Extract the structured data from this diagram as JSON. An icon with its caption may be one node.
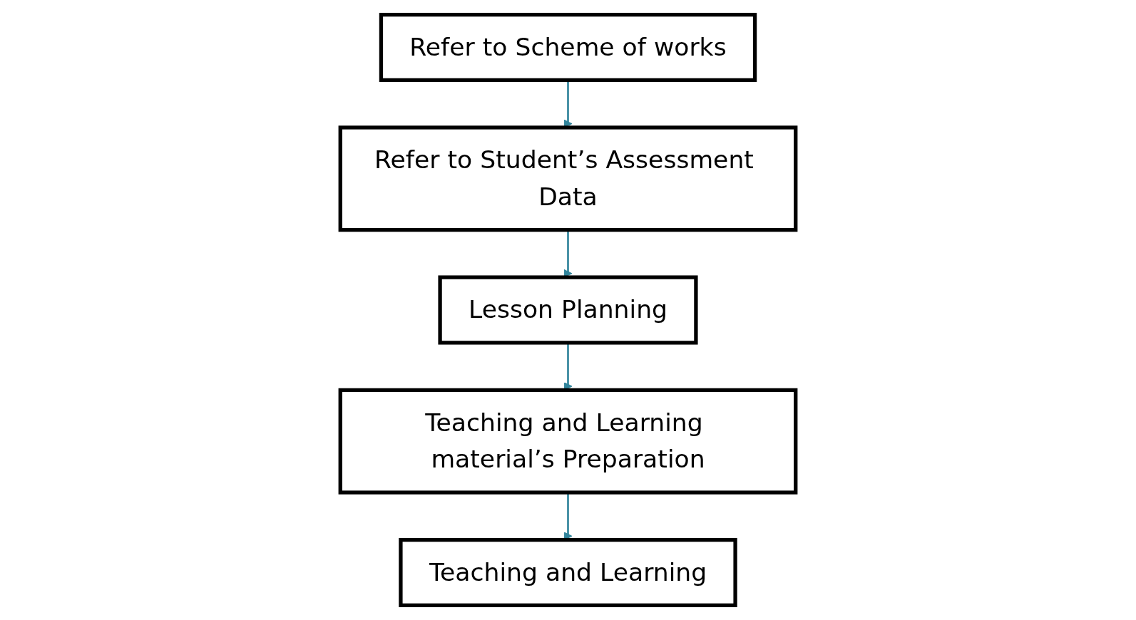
{
  "diagram": {
    "nodes": [
      {
        "text": [
          "Refer to Scheme of works"
        ]
      },
      {
        "text": [
          "Refer to Student’s Assessment Data"
        ]
      },
      {
        "text": [
          "Lesson Planning"
        ]
      },
      {
        "text": [
          "Teaching and Learning material’s Preparation"
        ]
      },
      {
        "text": [
          "Teaching and Learning"
        ]
      }
    ],
    "edges": [
      {
        "from": 0,
        "to": 1,
        "arrow": "to"
      },
      {
        "from": 1,
        "to": 2,
        "arrow": "to"
      },
      {
        "from": 2,
        "to": 3,
        "arrow": "to"
      },
      {
        "from": 3,
        "to": 4,
        "arrow": "to"
      }
    ]
  }
}
